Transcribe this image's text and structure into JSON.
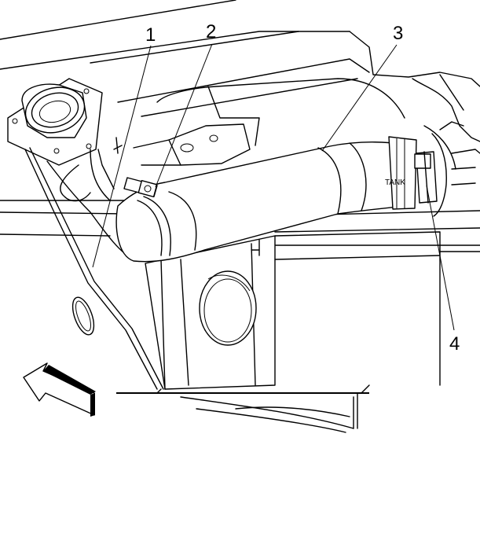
{
  "callouts": [
    "1",
    "2",
    "3",
    "4"
  ],
  "hose_text": "TANK",
  "colors": {
    "ink": "#000000",
    "paper": "#ffffff"
  }
}
